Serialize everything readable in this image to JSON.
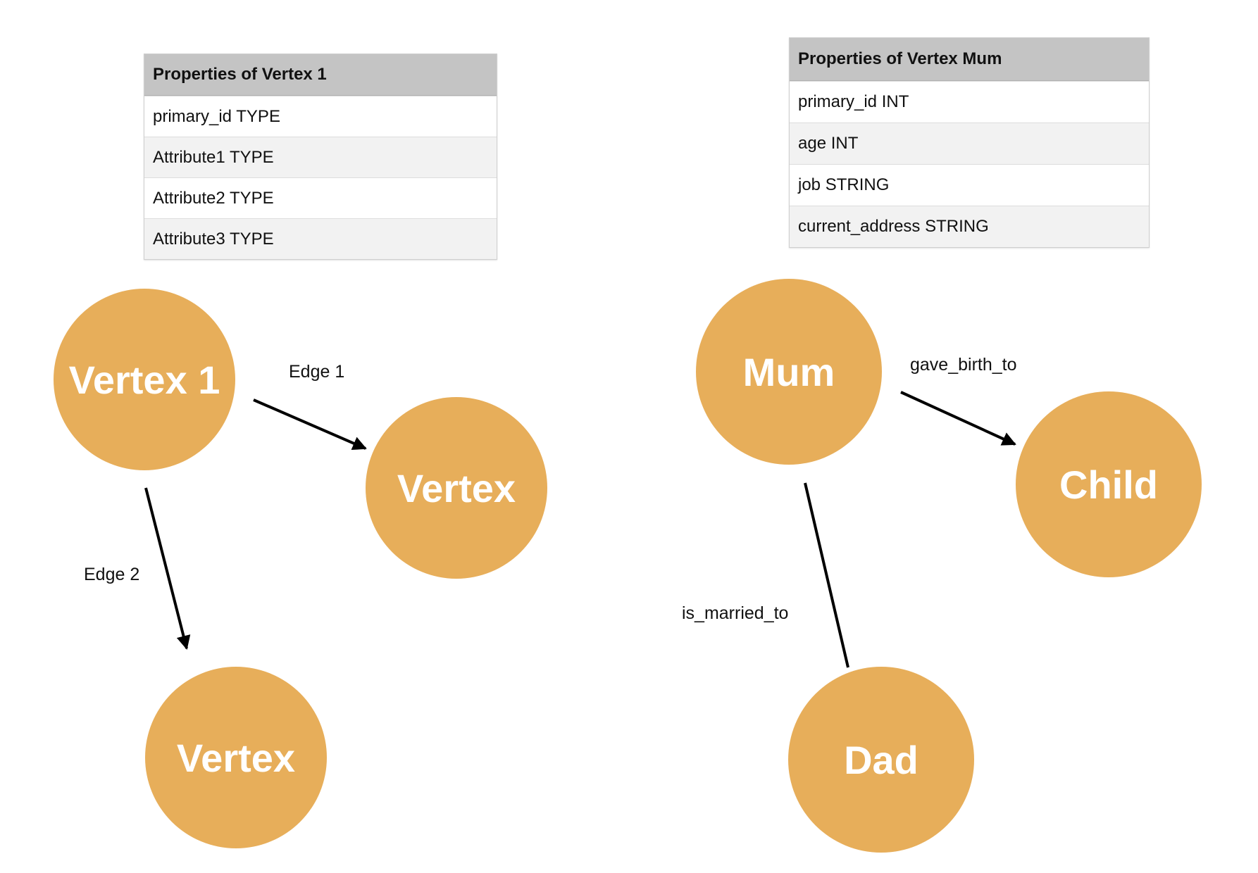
{
  "left_diagram": {
    "table": {
      "title": "Properties of Vertex 1",
      "rows": [
        "primary_id TYPE",
        "Attribute1 TYPE",
        "Attribute2 TYPE",
        "Attribute3 TYPE"
      ]
    },
    "nodes": {
      "source": "Vertex 1",
      "target_right": "Vertex",
      "target_bottom": "Vertex"
    },
    "edges": {
      "edge_1": "Edge 1",
      "edge_2": "Edge 2"
    }
  },
  "right_diagram": {
    "table": {
      "title": "Properties of Vertex Mum",
      "rows": [
        "primary_id INT",
        "age INT",
        "job STRING",
        "current_address STRING"
      ]
    },
    "nodes": {
      "mum": "Mum",
      "child": "Child",
      "dad": "Dad"
    },
    "edges": {
      "gave_birth_to": "gave_birth_to",
      "is_married_to": "is_married_to"
    }
  },
  "colors": {
    "node_fill": "#e7ae5a",
    "node_text": "#ffffff",
    "table_header": "#c4c4c4"
  }
}
